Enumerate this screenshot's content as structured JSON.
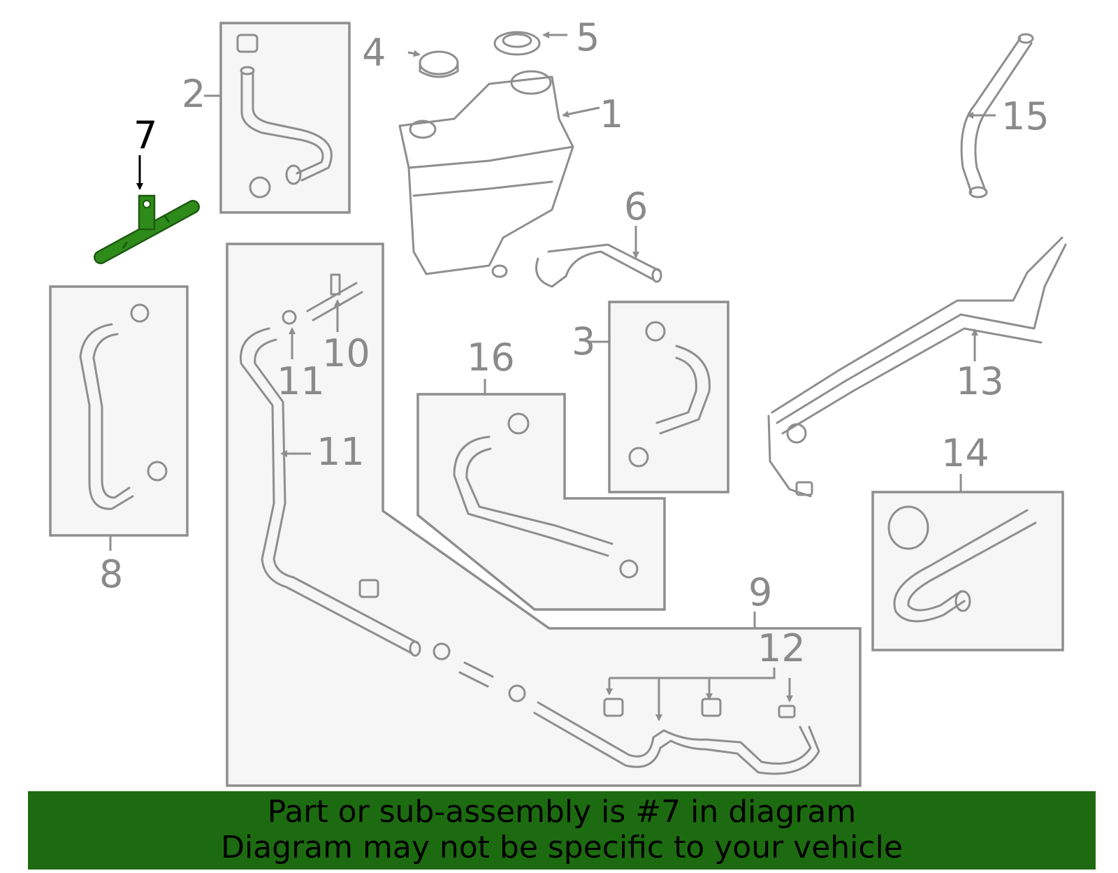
{
  "callouts": {
    "c1": "1",
    "c2": "2",
    "c3": "3",
    "c4": "4",
    "c5": "5",
    "c6": "6",
    "c7": "7",
    "c8": "8",
    "c9": "9",
    "c10": "10",
    "c11a": "11",
    "c11b": "11",
    "c12": "12",
    "c13": "13",
    "c14": "14",
    "c15": "15",
    "c16": "16"
  },
  "highlight": {
    "part_number": "7",
    "color": "#2e8b1a"
  },
  "banner": {
    "line1": "Part or sub-assembly is #7 in diagram",
    "line2": "Diagram may not be specific to your vehicle",
    "background": "#1d6b10"
  }
}
